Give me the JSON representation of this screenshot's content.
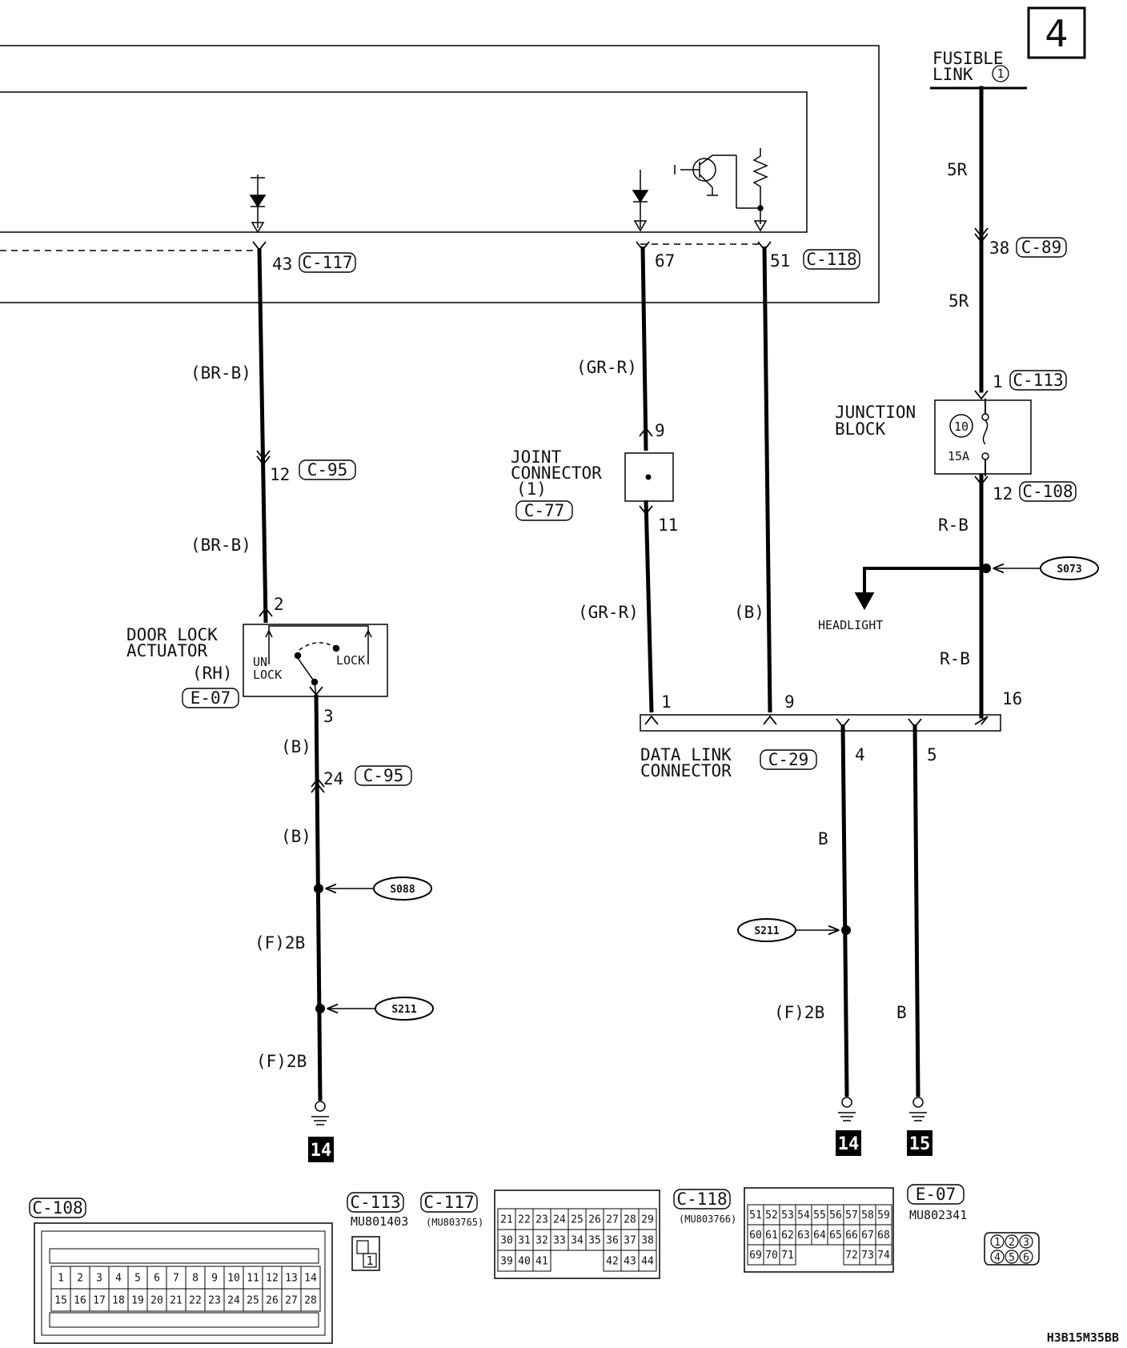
{
  "page_number": "4",
  "doc_id": "H3B15M35BB",
  "fusible_link": {
    "line1": "FUSIBLE",
    "line2": "LINK",
    "num": "1"
  },
  "wires": {
    "w_5r": "5R",
    "w_brb": "(BR-B)",
    "w_grr": "(GR-R)",
    "w_b_paren": "(B)",
    "w_rb": "R-B",
    "w_b": "B",
    "w_f2b": "(F)2B"
  },
  "pins": {
    "p43": "43",
    "p67": "67",
    "p51": "51",
    "p38": "38",
    "p1": "1",
    "p12": "12",
    "p9": "9",
    "p11": "11",
    "p2": "2",
    "p3": "3",
    "p24": "24",
    "p16": "16",
    "p4": "4",
    "p5": "5"
  },
  "connectors": {
    "c117": "C-117",
    "c118": "C-118",
    "c89": "C-89",
    "c113": "C-113",
    "c108": "C-108",
    "c95": "C-95",
    "c77": "C-77",
    "e07": "E-07",
    "c29": "C-29"
  },
  "components": {
    "junction": {
      "line1": "JUNCTION",
      "line2": "BLOCK",
      "fuse_num": "10",
      "fuse_amp": "15A"
    },
    "joint": {
      "line1": "JOINT",
      "line2": "CONNECTOR",
      "line3": "(1)"
    },
    "door": {
      "line1": "DOOR LOCK",
      "line2": "ACTUATOR",
      "line3": "(RH)",
      "unlock_1": "UN",
      "unlock_2": "LOCK",
      "lock": "LOCK"
    },
    "dlc": {
      "line1": "DATA LINK",
      "line2": "CONNECTOR"
    },
    "headlight": "HEADLIGHT"
  },
  "splices": {
    "s073": "S073",
    "s088": "S088",
    "s211": "S211"
  },
  "grounds": {
    "g14": "14",
    "g15": "15"
  },
  "legend": {
    "c108": {
      "label": "C-108",
      "row1": [
        "1",
        "2",
        "3",
        "4",
        "5",
        "6",
        "7",
        "8",
        "9",
        "10",
        "11",
        "12",
        "13",
        "14"
      ],
      "row2": [
        "15",
        "16",
        "17",
        "18",
        "19",
        "20",
        "21",
        "22",
        "23",
        "24",
        "25",
        "26",
        "27",
        "28"
      ]
    },
    "c113": {
      "label": "C-113",
      "part": "MU801403",
      "pin": "1"
    },
    "c117": {
      "label": "C-117",
      "part": "(MU803765)",
      "row1": [
        "21",
        "22",
        "23",
        "24",
        "25",
        "26",
        "27",
        "28",
        "29"
      ],
      "row2": [
        "30",
        "31",
        "32",
        "33",
        "34",
        "35",
        "36",
        "37",
        "38"
      ],
      "row3a": [
        "39",
        "40",
        "41"
      ],
      "row3b": [
        "42",
        "43",
        "44"
      ]
    },
    "c118": {
      "label": "C-118",
      "part": "(MU803766)",
      "row1": [
        "51",
        "52",
        "53",
        "54",
        "55",
        "56",
        "57",
        "58",
        "59"
      ],
      "row2": [
        "60",
        "61",
        "62",
        "63",
        "64",
        "65",
        "66",
        "67",
        "68"
      ],
      "row3a": [
        "69",
        "70",
        "71"
      ],
      "row3b": [
        "72",
        "73",
        "74"
      ]
    },
    "e07": {
      "label": "E-07",
      "part": "MU802341",
      "pins": [
        "1",
        "2",
        "3",
        "4",
        "5",
        "6"
      ]
    }
  }
}
